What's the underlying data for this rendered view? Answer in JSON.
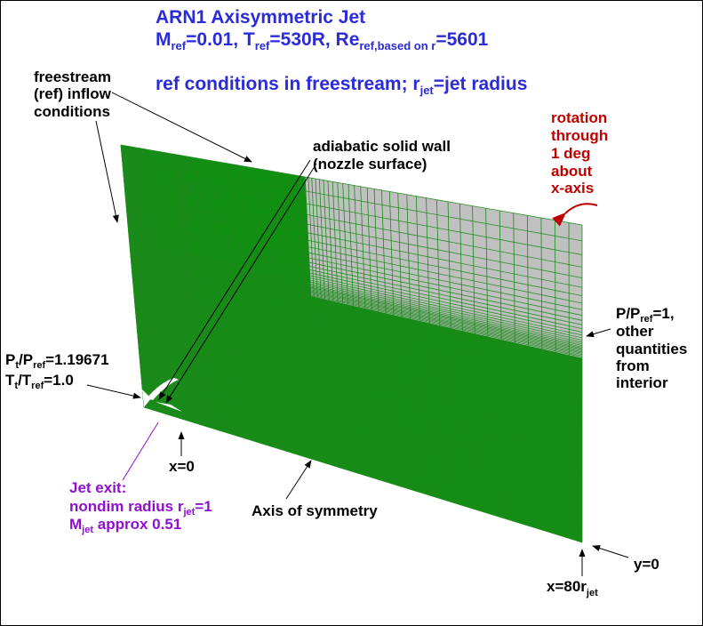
{
  "colors": {
    "title": "#2b2bd9",
    "mesh": "#109010",
    "mesh_line": "#1c8a1c",
    "gray_panel": "#c0c0c0",
    "annotation": "#000000",
    "rotation": "#c00000",
    "jet": "#9010d0"
  },
  "title": {
    "line1": "ARN1 Axisymmetric Jet",
    "line2": {
      "m": "M",
      "m_sub": "ref",
      "m_val": "=0.01, T",
      "t_sub": "ref",
      "t_val": "=530R, Re",
      "re_sub": "ref,based on r",
      "re_val": "=5601"
    },
    "line3": {
      "a": "ref conditions in freestream; r",
      "sub": "jet",
      "b": "=jet radius"
    }
  },
  "labels": {
    "freestream": [
      "freestream",
      "(ref) inflow",
      "conditions"
    ],
    "wall": [
      "adiabatic solid wall",
      "(nozzle surface)"
    ],
    "rotation": [
      "rotation",
      "through",
      "1 deg",
      "about",
      "x-axis"
    ],
    "outflow": {
      "p": "P/P",
      "p_sub": "ref",
      "p_val": "=1,",
      "rest": [
        "other",
        "quantities",
        "from",
        "interior"
      ]
    },
    "inflow_jet": {
      "pt": "P",
      "pt_sub1": "t",
      "pt_mid": "/P",
      "pt_sub2": "ref",
      "pt_val": "=1.19671",
      "tt": "T",
      "tt_sub1": "t",
      "tt_mid": "/T",
      "tt_sub2": "ref",
      "tt_val": "=1.0"
    },
    "x0": "x=0",
    "jet_exit": {
      "line1": "Jet exit:",
      "line2a": "nondim radius r",
      "line2_sub": "jet",
      "line2b": "=1",
      "line3a": "M",
      "line3_sub": "jet",
      "line3b": " approx 0.51"
    },
    "axis": "Axis of symmetry",
    "y0": "y=0",
    "x80": {
      "a": "x=80r",
      "sub": "jet"
    }
  }
}
